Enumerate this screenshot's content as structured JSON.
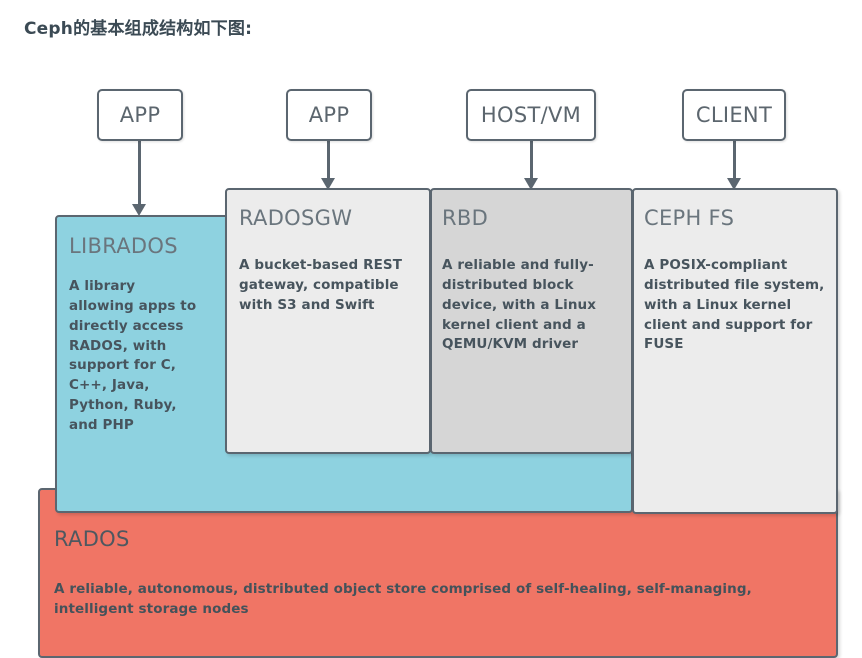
{
  "page": {
    "title": "Ceph的基本组成结构如下图:"
  },
  "diagram": {
    "clients": [
      {
        "name": "app-left",
        "label": "APP"
      },
      {
        "name": "app-mid",
        "label": "APP"
      },
      {
        "name": "host-vm",
        "label": "HOST/VM"
      },
      {
        "name": "client",
        "label": "CLIENT"
      }
    ],
    "layers": [
      {
        "name": "librados",
        "title": "LIBRADOS",
        "desc": "A library allowing apps to directly access RADOS, with support for C, C++, Java, Python, Ruby, and PHP",
        "color": "#8ed2e0"
      },
      {
        "name": "radosgw",
        "title": "RADOSGW",
        "desc": "A bucket-based REST gateway, compatible with S3 and Swift",
        "color": "#ececec"
      },
      {
        "name": "rbd",
        "title": "RBD",
        "desc": "A reliable and fully-distributed block device, with a Linux kernel client and a QEMU/KVM driver",
        "color": "#d6d6d6"
      },
      {
        "name": "cephfs",
        "title": "CEPH FS",
        "desc": "A POSIX-compliant distributed file system, with a Linux kernel client and support for FUSE",
        "color": "#ececec"
      },
      {
        "name": "rados",
        "title": "RADOS",
        "desc": "A reliable, autonomous, distributed object store comprised of self-healing, self-managing, intelligent storage nodes",
        "color": "#f07565"
      }
    ],
    "arrow_color": "#5b6670",
    "border_color": "#5b6670"
  }
}
